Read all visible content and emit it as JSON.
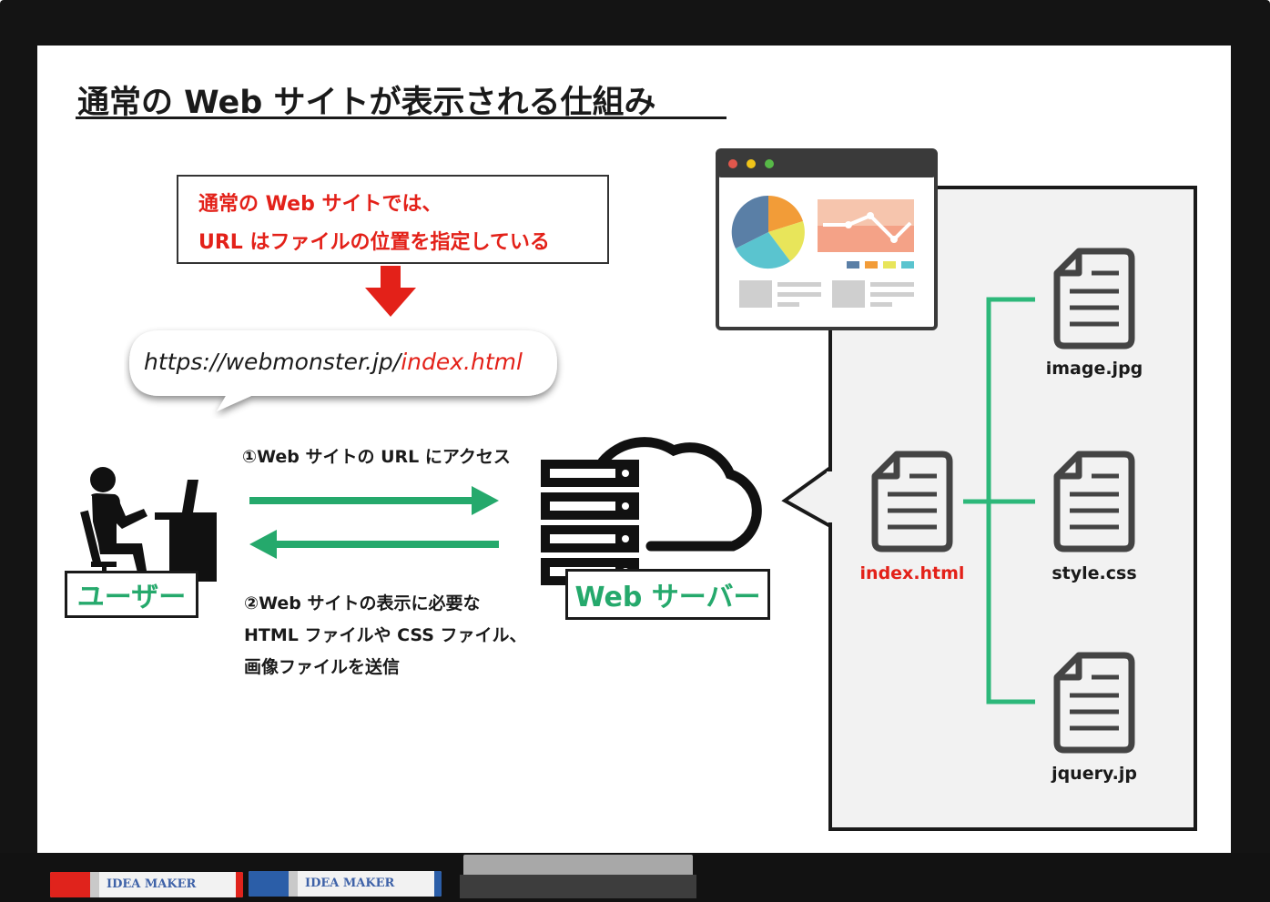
{
  "title": "通常の Web サイトが表示される仕組み",
  "note": {
    "line1": "通常の Web サイトでは、",
    "line2": "URL はファイルの位置を指定している"
  },
  "url": {
    "base": "https://webmonster.jp/",
    "file": "index.html"
  },
  "steps": {
    "request": "①Web サイトの URL にアクセス",
    "response_line1": "②Web サイトの表示に必要な",
    "response_line2": "HTML ファイルや CSS ファイル、",
    "response_line3": "画像ファイルを送信"
  },
  "labels": {
    "user": "ユーザー",
    "server": "Web サーバー"
  },
  "files": {
    "index": "index.html",
    "image": "image.jpg",
    "style": "style.css",
    "jquery": "jquery.jp"
  },
  "tray": {
    "marker_red": "IDEA MAKER",
    "marker_blue": "IDEA MAKER"
  },
  "colors": {
    "accent_red": "#e32119",
    "arrow_green": "#25a96c",
    "tree_green": "#2db87a"
  }
}
